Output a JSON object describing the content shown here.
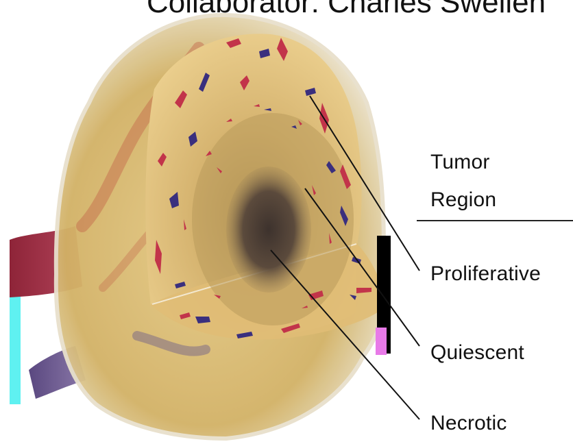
{
  "header": {
    "title": "Collaborator: Charles Swellen"
  },
  "legend": {
    "heading_line1": "Tumor",
    "heading_line2": "Region",
    "regions": [
      {
        "label": "Proliferative"
      },
      {
        "label": "Quiescent"
      },
      {
        "label": "Necrotic"
      }
    ]
  },
  "colors": {
    "tumor_outer": "#d9bb73",
    "tumor_cut_face": "#e3c27c",
    "necrotic_core": "#4a3d36",
    "vessel_red": "#c2344a",
    "vessel_blue": "#3a2f7e",
    "artery": "#9e2f45",
    "vein": "#6d5a94",
    "scale_cyan": "#5ff1f1",
    "scale_magenta": "#e87ae8",
    "scale_black": "#000000"
  },
  "icons": [
    "tumor-illustration"
  ]
}
